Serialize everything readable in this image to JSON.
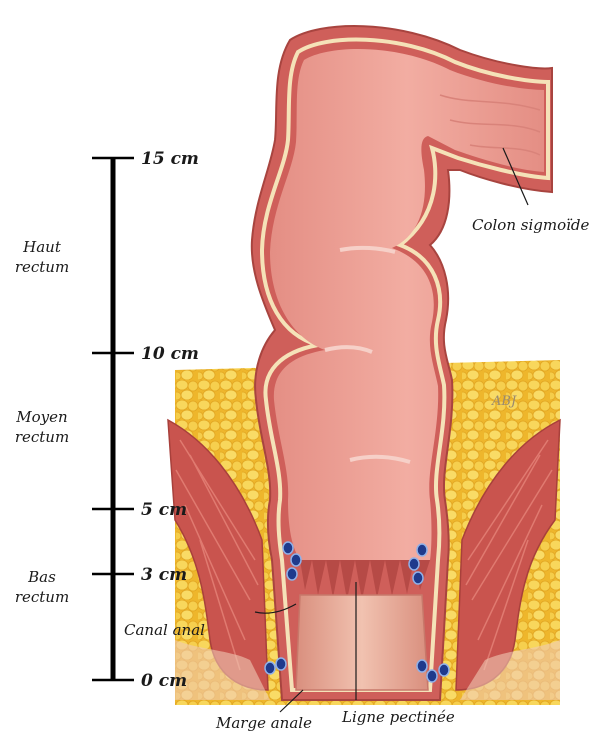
{
  "scale": {
    "marks": [
      {
        "id": "cm15",
        "label": "15 cm"
      },
      {
        "id": "cm10",
        "label": "10 cm"
      },
      {
        "id": "cm5",
        "label": "5 cm"
      },
      {
        "id": "cm3",
        "label": "3 cm"
      },
      {
        "id": "cm0",
        "label": "0 cm"
      }
    ]
  },
  "regions": {
    "haut": {
      "line1": "Haut",
      "line2": "rectum"
    },
    "moyen": {
      "line1": "Moyen",
      "line2": "rectum"
    },
    "bas": {
      "line1": "Bas",
      "line2": "rectum"
    },
    "canal": "Canal anal"
  },
  "labels": {
    "colon": "Colon sigmoïde",
    "marge": "Marge anale",
    "ligne": "Ligne pectinée"
  },
  "signature": "ABJ",
  "colors": {
    "fat": "#f2c33a",
    "fat_lobule": "#f7d45a",
    "tissue_wall": "#cf5f5a",
    "lumen": "#ec9f93",
    "mucosa_line": "#f5e2b8",
    "muscle": "#c44a45",
    "vessel": "#1f3a8c",
    "skin": "#e8a996"
  }
}
